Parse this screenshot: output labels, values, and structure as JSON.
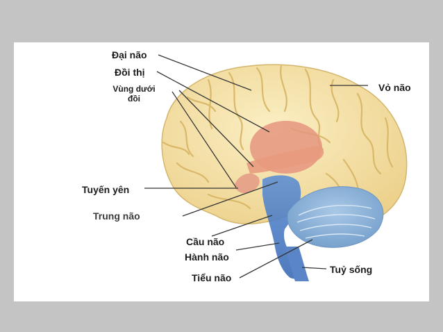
{
  "labels": {
    "dai_nao": "Đại não",
    "doi_thi": "Đồi thị",
    "vung_duoi_doi_1": "Vùng dưới",
    "vung_duoi_doi_2": "đồi",
    "vo_nao": "Vỏ não",
    "tuyen_yen": "Tuyến yên",
    "trung_nao": "Trung não",
    "cau_nao": "Cầu não",
    "hanh_nao": "Hành não",
    "tieu_nao": "Tiểu não",
    "tuy_song": "Tuỷ sống"
  },
  "colors": {
    "background": "#c4c4c4",
    "cerebrum": "#f6e3a6",
    "thalamus": "#e3907a",
    "brainstem": "#4d7fc9",
    "cerebellum": "#8cb3d9",
    "leader_line": "#333333"
  }
}
